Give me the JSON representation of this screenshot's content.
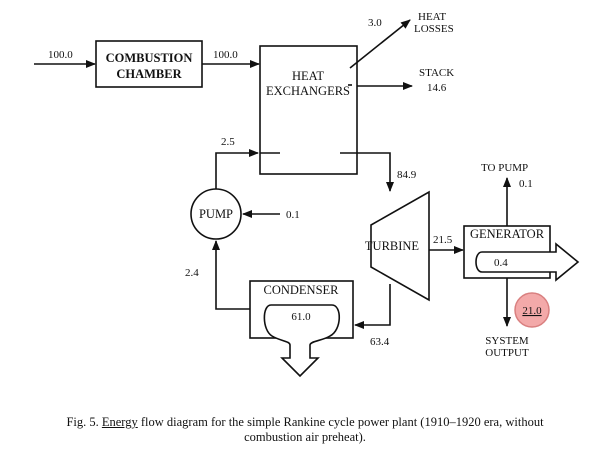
{
  "components": {
    "combustion": [
      "COMBUSTION",
      "CHAMBER"
    ],
    "heat_exchangers": [
      "HEAT",
      "EXCHANGERS"
    ],
    "pump": "PUMP",
    "turbine": "TURBINE",
    "generator": "GENERATOR",
    "condenser": "CONDENSER"
  },
  "flows": {
    "fuel_in": "100.0",
    "combustion_out": "100.0",
    "heat_losses_value": "3.0",
    "heat_losses_label": [
      "HEAT",
      "LOSSES"
    ],
    "stack_label": "STACK",
    "stack_value": "14.6",
    "pump_to_hx": "2.5",
    "hx_to_turbine": "84.9",
    "pump_input": "0.1",
    "condenser_to_pump": "2.4",
    "turbine_to_generator": "21.5",
    "to_pump_label": "TO PUMP",
    "to_pump_value": "0.1",
    "generator_loss": "0.4",
    "system_output_value": "21.0",
    "system_output_label": [
      "SYSTEM",
      "OUTPUT"
    ],
    "condenser_loss": "61.0",
    "turbine_to_condenser": "63.4"
  },
  "caption": {
    "prefix": "Fig. 5. ",
    "underlined": "Energy",
    "line1_rest": " flow diagram for the simple Rankine cycle power plant (1910–1920 era, without",
    "line2": "combustion air preheat)."
  },
  "colors": {
    "ink": "#111111",
    "highlight_fill": "#f3a9a9",
    "highlight_stroke": "#d98080"
  }
}
